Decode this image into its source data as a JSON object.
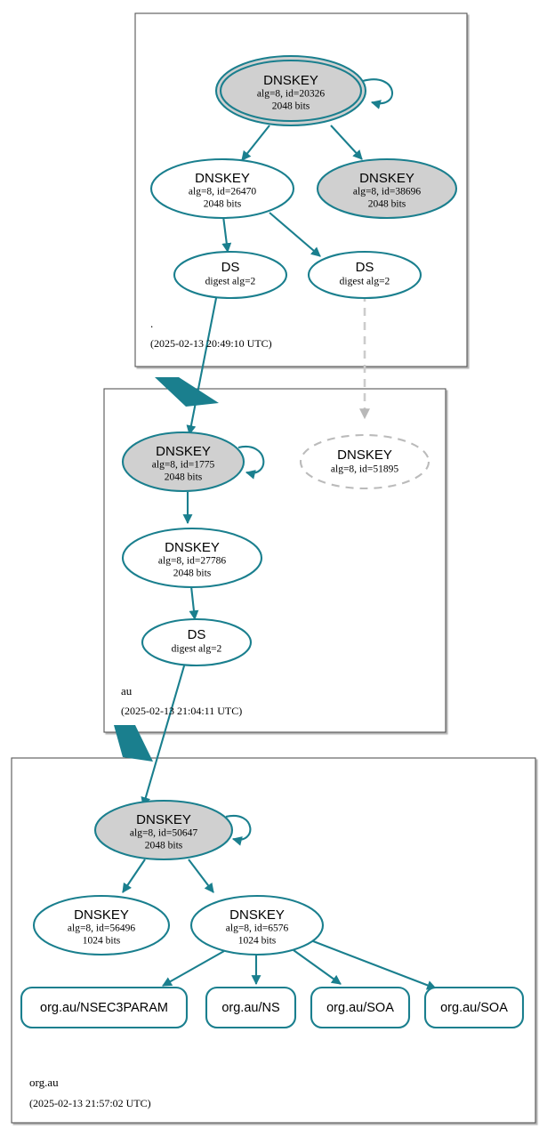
{
  "diagram": {
    "title": "DNSSEC authentication chain for org.au",
    "colors": {
      "edge": "#1a7f8e",
      "node_stroke": "#1a7f8e",
      "secure_fill": "#d0d0d0",
      "plain_fill": "#ffffff",
      "insecure_stroke": "#b8b8b8",
      "zone_border": "#555555",
      "text": "#000000",
      "background": "#ffffff"
    }
  },
  "zones": [
    {
      "id": "root",
      "label": ".",
      "timestamp": "(2025-02-13 20:49:10 UTC)",
      "nodes": [
        {
          "id": "root-ksk-20326",
          "kind": "dnskey",
          "type_label": "DNSKEY",
          "detail": "alg=8, id=20326",
          "size": "2048 bits",
          "style": "trust-anchor-secure",
          "self_signed": true
        },
        {
          "id": "root-zsk-26470",
          "kind": "dnskey",
          "type_label": "DNSKEY",
          "detail": "alg=8, id=26470",
          "size": "2048 bits",
          "style": "plain",
          "self_signed": false
        },
        {
          "id": "root-key-38696",
          "kind": "dnskey",
          "type_label": "DNSKEY",
          "detail": "alg=8, id=38696",
          "size": "2048 bits",
          "style": "secure",
          "self_signed": false
        },
        {
          "id": "root-ds-au-1775",
          "kind": "ds",
          "type_label": "DS",
          "detail": "digest alg=2",
          "size": "",
          "style": "plain",
          "self_signed": false
        },
        {
          "id": "root-ds-au-51895",
          "kind": "ds",
          "type_label": "DS",
          "detail": "digest alg=2",
          "size": "",
          "style": "plain",
          "self_signed": false
        }
      ]
    },
    {
      "id": "au",
      "label": "au",
      "timestamp": "(2025-02-13 21:04:11 UTC)",
      "nodes": [
        {
          "id": "au-ksk-1775",
          "kind": "dnskey",
          "type_label": "DNSKEY",
          "detail": "alg=8, id=1775",
          "size": "2048 bits",
          "style": "secure",
          "self_signed": true
        },
        {
          "id": "au-key-51895",
          "kind": "dnskey",
          "type_label": "DNSKEY",
          "detail": "alg=8, id=51895",
          "size": "",
          "style": "insecure-dashed",
          "self_signed": false
        },
        {
          "id": "au-zsk-27786",
          "kind": "dnskey",
          "type_label": "DNSKEY",
          "detail": "alg=8, id=27786",
          "size": "2048 bits",
          "style": "plain",
          "self_signed": false
        },
        {
          "id": "au-ds-orgau",
          "kind": "ds",
          "type_label": "DS",
          "detail": "digest alg=2",
          "size": "",
          "style": "plain",
          "self_signed": false
        }
      ]
    },
    {
      "id": "orgau",
      "label": "org.au",
      "timestamp": "(2025-02-13 21:57:02 UTC)",
      "nodes": [
        {
          "id": "orgau-ksk-50647",
          "kind": "dnskey",
          "type_label": "DNSKEY",
          "detail": "alg=8, id=50647",
          "size": "2048 bits",
          "style": "secure",
          "self_signed": true
        },
        {
          "id": "orgau-key-56496",
          "kind": "dnskey",
          "type_label": "DNSKEY",
          "detail": "alg=8, id=56496",
          "size": "1024 bits",
          "style": "plain",
          "self_signed": false
        },
        {
          "id": "orgau-zsk-6576",
          "kind": "dnskey",
          "type_label": "DNSKEY",
          "detail": "alg=8, id=6576",
          "size": "1024 bits",
          "style": "plain",
          "self_signed": false
        }
      ],
      "rrsets": [
        {
          "id": "rrset-nsec3param",
          "label": "org.au/NSEC3PARAM"
        },
        {
          "id": "rrset-ns",
          "label": "org.au/NS"
        },
        {
          "id": "rrset-soa-1",
          "label": "org.au/SOA"
        },
        {
          "id": "rrset-soa-2",
          "label": "org.au/SOA"
        }
      ]
    }
  ],
  "edges": [
    {
      "from": "root-ksk-20326",
      "to": "root-ksk-20326",
      "style": "self-loop-secure"
    },
    {
      "from": "root-ksk-20326",
      "to": "root-zsk-26470",
      "style": "secure"
    },
    {
      "from": "root-ksk-20326",
      "to": "root-key-38696",
      "style": "secure"
    },
    {
      "from": "root-zsk-26470",
      "to": "root-ds-au-1775",
      "style": "secure"
    },
    {
      "from": "root-zsk-26470",
      "to": "root-ds-au-51895",
      "style": "secure"
    },
    {
      "from": "root-ds-au-1775",
      "to": "au-ksk-1775",
      "style": "secure-cross-zone"
    },
    {
      "from": "root-ds-au-51895",
      "to": "au-key-51895",
      "style": "insecure-dashed"
    },
    {
      "from": "au-ksk-1775",
      "to": "au-ksk-1775",
      "style": "self-loop-secure"
    },
    {
      "from": "au-ksk-1775",
      "to": "au-zsk-27786",
      "style": "secure"
    },
    {
      "from": "au-zsk-27786",
      "to": "au-ds-orgau",
      "style": "secure"
    },
    {
      "from": "au-ds-orgau",
      "to": "orgau-ksk-50647",
      "style": "secure-cross-zone"
    },
    {
      "from": "orgau-ksk-50647",
      "to": "orgau-ksk-50647",
      "style": "self-loop-secure"
    },
    {
      "from": "orgau-ksk-50647",
      "to": "orgau-key-56496",
      "style": "secure"
    },
    {
      "from": "orgau-ksk-50647",
      "to": "orgau-zsk-6576",
      "style": "secure"
    },
    {
      "from": "orgau-zsk-6576",
      "to": "rrset-nsec3param",
      "style": "secure"
    },
    {
      "from": "orgau-zsk-6576",
      "to": "rrset-ns",
      "style": "secure"
    },
    {
      "from": "orgau-zsk-6576",
      "to": "rrset-soa-1",
      "style": "secure"
    },
    {
      "from": "orgau-zsk-6576",
      "to": "rrset-soa-2",
      "style": "secure"
    }
  ]
}
